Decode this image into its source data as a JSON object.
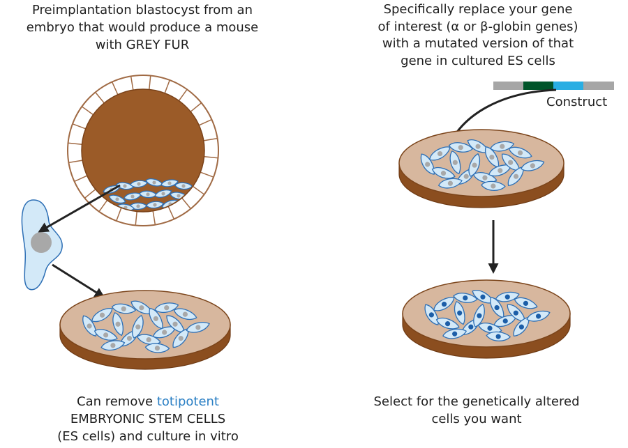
{
  "captions": {
    "blastocyst": [
      "Preimplantation blastocyst from an",
      "embryo that would produce a mouse",
      "with GREY FUR"
    ],
    "replace": [
      "Specifically replace your gene",
      "of interest (α or β-globin genes)",
      "with a mutated version of that",
      "gene in cultured ES cells"
    ],
    "es_cells": {
      "prefix": "Can remove",
      "highlight": "totipotent",
      "line2": "EMBRYONIC STEM CELLS",
      "line3": "(ES cells) and culture in vitro"
    },
    "select": [
      "Select for the genetically altered",
      "cells you want"
    ]
  },
  "construct_label": "Construct",
  "colors": {
    "highlight_text": "#2a7fc4",
    "construct_gray": "#a6a6a6",
    "construct_green": "#00552a",
    "construct_cyan": "#29aee3",
    "cytoplasm": "#d3e9f8",
    "cell_outline": "#2d6fb5",
    "nucleus_unmodified": "#a8a8a8",
    "nucleus_modified": "#1c5ea8",
    "dish_surface": "#d7b79e",
    "dish_rim": "#8b4e1f",
    "blastocoel": "#9b5b28",
    "trophoblast_line": "#a06a44",
    "arrow": "#222222"
  }
}
